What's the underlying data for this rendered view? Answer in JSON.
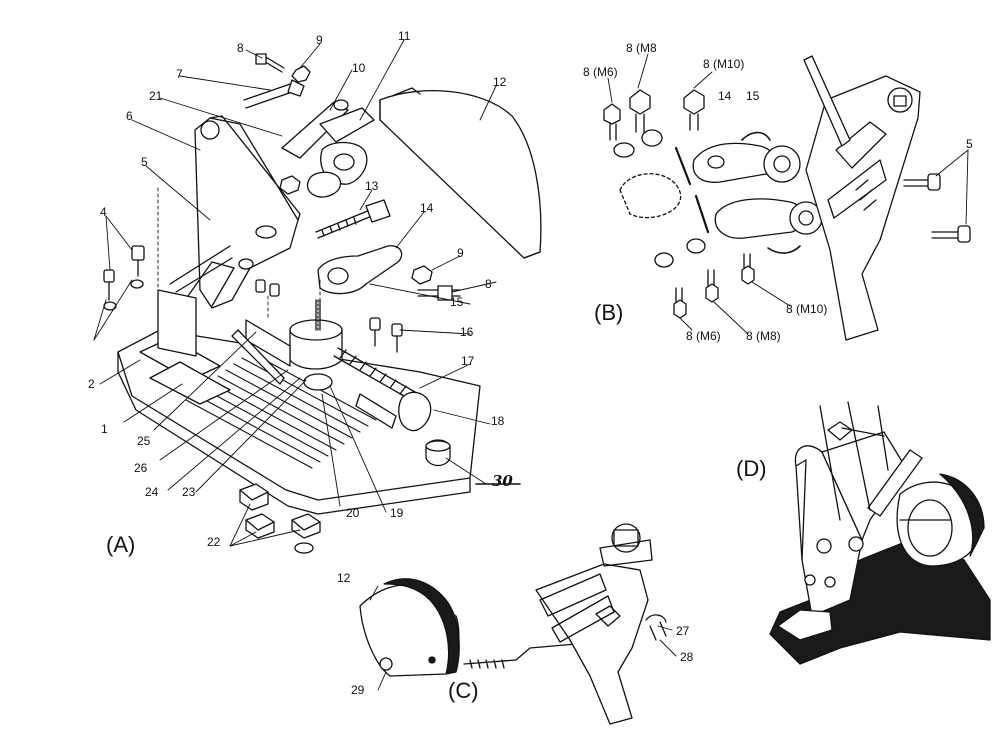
{
  "panels": {
    "a": "(A)",
    "b": "(B)",
    "c": "(C)",
    "d": "(D)"
  },
  "parts_a": {
    "p8": "8",
    "p9": "9",
    "p11": "11",
    "p7": "7",
    "p10": "10",
    "p12": "12",
    "p21": "21",
    "p6": "6",
    "p5": "5",
    "p13": "13",
    "p4": "4",
    "p14": "14",
    "p9b": "9",
    "p8b": "8",
    "p15": "15",
    "p16": "16",
    "p17": "17",
    "p2": "2",
    "p1": "1",
    "p25": "25",
    "p26": "26",
    "p18": "18",
    "p30": "30",
    "p24": "24",
    "p23": "23",
    "p20": "20",
    "p19": "19",
    "p22": "22"
  },
  "parts_b": {
    "m6_top": "8 (M6)",
    "m8_top": "8 (M8",
    "m10_top": "8 (M10)",
    "p14": "14",
    "p15": "15",
    "p5": "5",
    "m10_bottom": "8 (M10)",
    "m6_bottom": "8 (M6)",
    "m8_bottom": "8 (M8)"
  },
  "parts_c": {
    "p12": "12",
    "p29": "29",
    "p27": "27",
    "p28": "28"
  },
  "colors": {
    "ink": "#111111",
    "fill": "#ffffff",
    "shadow": "#1a1a1a"
  }
}
